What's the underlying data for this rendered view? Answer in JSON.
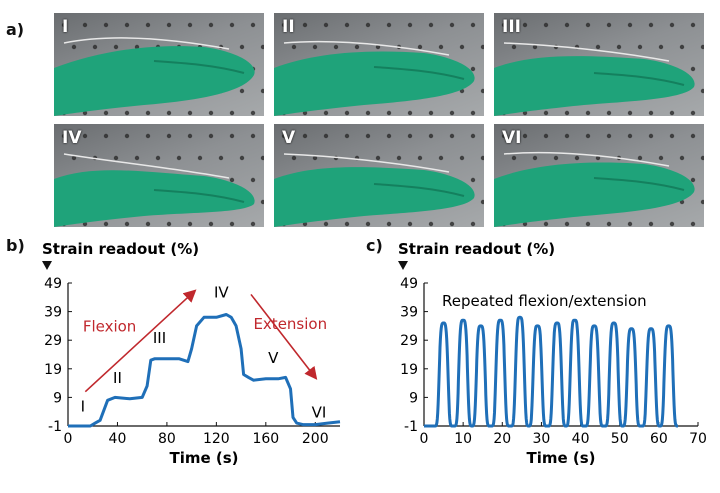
{
  "panel_a": {
    "letter": "a)",
    "photos": [
      "I",
      "II",
      "III",
      "IV",
      "V",
      "VI"
    ]
  },
  "panel_b": {
    "letter": "b)",
    "ylabel": "Strain readout (%)",
    "xlabel": "Time (s)",
    "stages": [
      "I",
      "II",
      "III",
      "IV",
      "V",
      "VI"
    ],
    "flexion": "Flexion",
    "extension": "Extension"
  },
  "panel_c": {
    "letter": "c)",
    "ylabel": "Strain readout (%)",
    "xlabel": "Time (s)",
    "annotation": "Repeated flexion/extension"
  },
  "colors": {
    "line": "#1f6fb8",
    "arrow": "#c0282d",
    "glove": "#1fa37a"
  },
  "chart_data": [
    {
      "type": "line",
      "ylabel": "Strain readout (%)",
      "xlabel": "Time (s)",
      "xlim": [
        0,
        220
      ],
      "ylim": [
        -1,
        49
      ],
      "xticks": [
        0,
        40,
        80,
        120,
        160,
        200
      ],
      "yticks": [
        -1,
        9,
        19,
        29,
        39,
        49
      ],
      "x": [
        0,
        10,
        18,
        22,
        26,
        32,
        38,
        50,
        60,
        64,
        67,
        70,
        80,
        90,
        97,
        100,
        104,
        110,
        120,
        128,
        132,
        136,
        140,
        142,
        146,
        150,
        160,
        170,
        176,
        180,
        182,
        185,
        190,
        200,
        210,
        220
      ],
      "y": [
        -1,
        -1,
        -1,
        0,
        1,
        8,
        9,
        8.5,
        9,
        13,
        22,
        22.5,
        22.5,
        22.5,
        21.5,
        26,
        34,
        37,
        37,
        38,
        37,
        34,
        26,
        17,
        16,
        15,
        15.5,
        15.5,
        16,
        12,
        2,
        0,
        -0.5,
        -0.5,
        0,
        0.5
      ]
    },
    {
      "type": "line",
      "ylabel": "Strain readout (%)",
      "xlabel": "Time (s)",
      "xlim": [
        0,
        70
      ],
      "ylim": [
        -1,
        49
      ],
      "xticks": [
        0,
        10,
        20,
        30,
        40,
        50,
        60,
        70
      ],
      "yticks": [
        -1,
        9,
        19,
        29,
        39,
        49
      ],
      "peaks": [
        {
          "t": 5.0,
          "h": 35
        },
        {
          "t": 10.0,
          "h": 36
        },
        {
          "t": 14.5,
          "h": 34
        },
        {
          "t": 19.5,
          "h": 36
        },
        {
          "t": 24.5,
          "h": 37
        },
        {
          "t": 29.0,
          "h": 34
        },
        {
          "t": 34.0,
          "h": 35
        },
        {
          "t": 38.5,
          "h": 36
        },
        {
          "t": 43.5,
          "h": 34
        },
        {
          "t": 48.5,
          "h": 35
        },
        {
          "t": 53.0,
          "h": 33
        },
        {
          "t": 58.0,
          "h": 33
        },
        {
          "t": 62.5,
          "h": 34
        }
      ]
    }
  ]
}
